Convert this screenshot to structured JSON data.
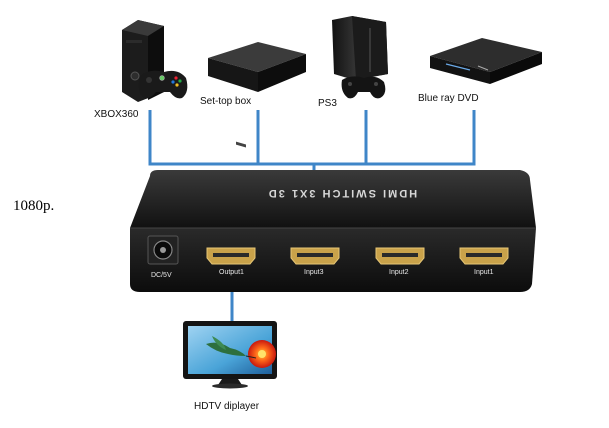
{
  "side_note": "1080p.",
  "sources": [
    {
      "label": "XBOX360",
      "icon": "xbox360-console-icon"
    },
    {
      "label": "Set-top box",
      "icon": "set-top-box-icon"
    },
    {
      "label": "PS3",
      "icon": "ps3-console-icon"
    },
    {
      "label": "Blue ray DVD",
      "icon": "bluray-dvd-player-icon"
    }
  ],
  "switch": {
    "title": "HDMI SWITCH 3X1 3D",
    "power_label": "DC/5V",
    "ports": [
      {
        "label": "Output1"
      },
      {
        "label": "Input3"
      },
      {
        "label": "Input2"
      },
      {
        "label": "Input1"
      }
    ]
  },
  "display": {
    "label": "HDTV diplayer",
    "icon": "hdtv-display-icon"
  },
  "colors": {
    "wire": "#3f86c8",
    "device_body": "#1a1a1a",
    "hdmi_gold": "#c9a24a"
  }
}
